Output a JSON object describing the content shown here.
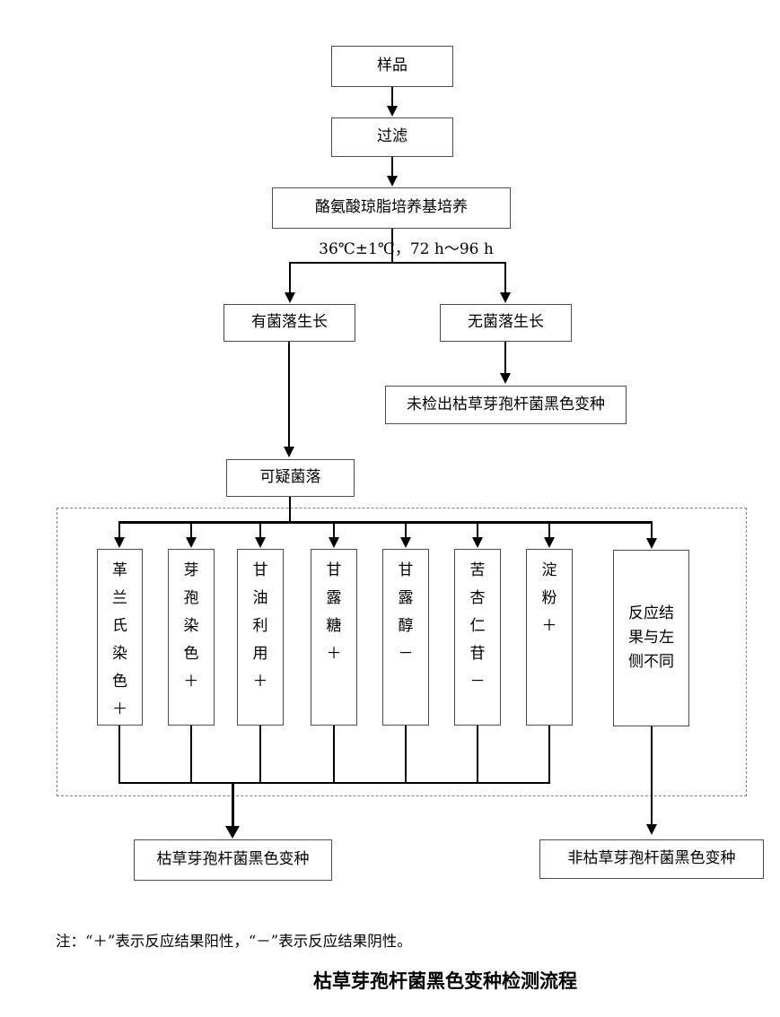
{
  "title": "枯草芽孢杆菌黑色变种检测流程",
  "note": "注：“＋”表示反应结果阳性，“－”表示反应结果阴性。",
  "nodes": {
    "sample": "样品",
    "filter": "过滤",
    "culture": "酪氨酸琼脂培养基培养",
    "condition": "36℃±1℃，72 h～96 h",
    "growth": "有菌落生长",
    "no_growth": "无菌落生长",
    "not_detected": "未检出枯草芽孢杆菌黑色变种",
    "suspect": "可疑菌落",
    "positive": "枯草芽孢杆菌黑色变种",
    "negative": "非枯草芽孢杆菌黑色变种"
  },
  "tests": [
    "革兰氏染色＋",
    "芽孢染色＋",
    "甘油利用＋",
    "甘露糖＋",
    "甘露醇－",
    "苦杏仁苷－",
    "淀粉＋",
    "反应结果与左侧不同"
  ],
  "colors": {
    "background": "#ffffff",
    "line": "#000000",
    "box_border": "#4d4d4d",
    "dashed_border": "#808080",
    "text": "#000000"
  }
}
